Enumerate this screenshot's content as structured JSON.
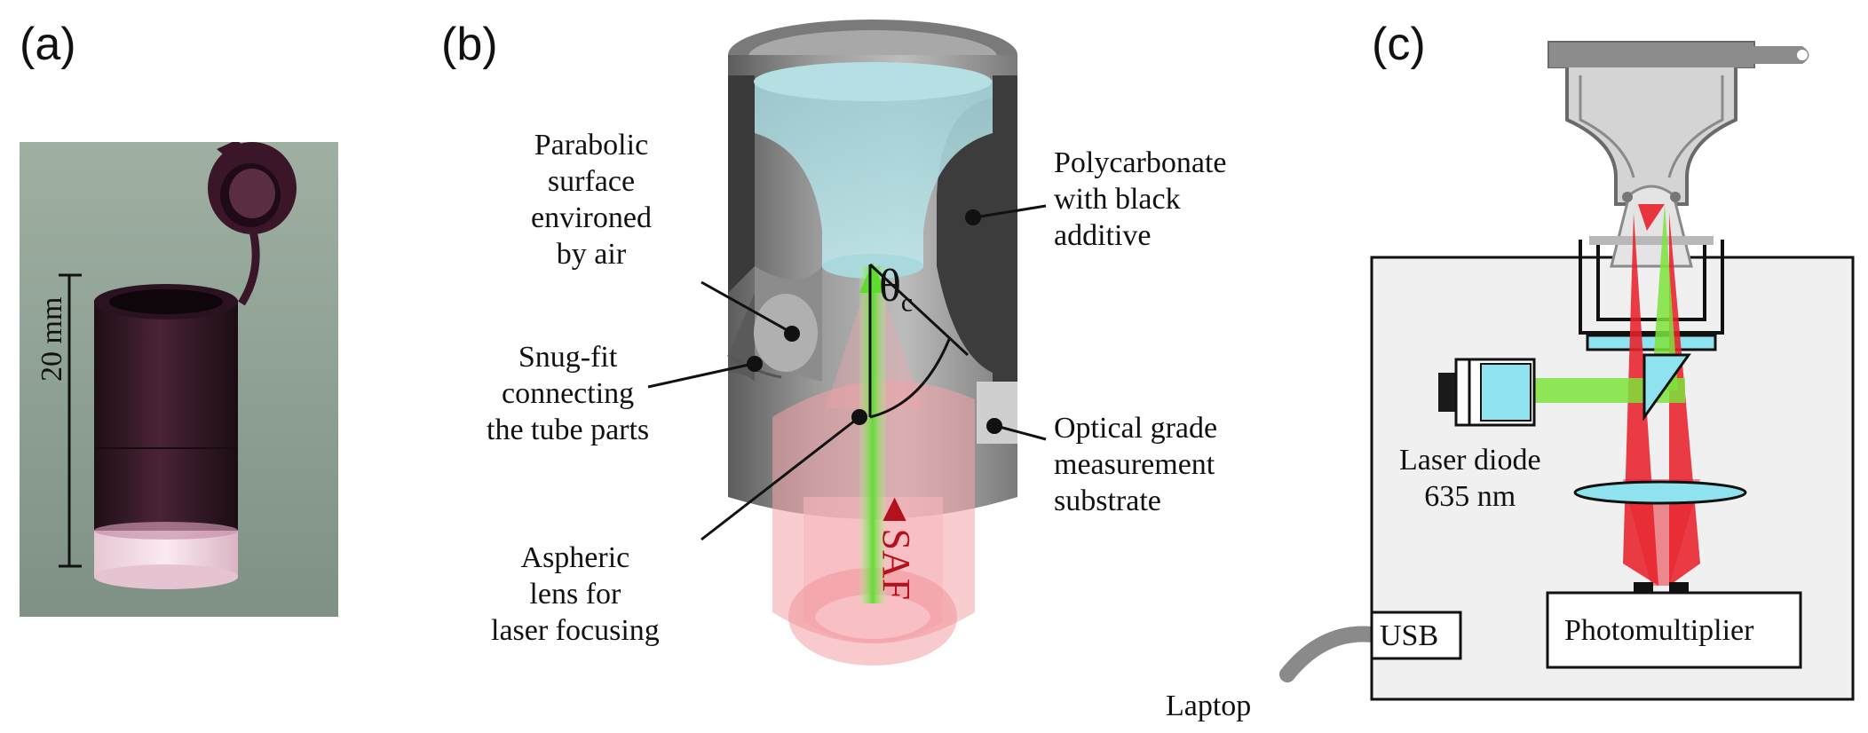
{
  "panels": {
    "a": {
      "label": "(a)",
      "scale_bar": "20 mm"
    },
    "b": {
      "label": "(b)",
      "callouts": {
        "parabolic": [
          "Parabolic",
          "surface",
          "environed",
          "by air"
        ],
        "snug": [
          "Snug-fit",
          "connecting",
          "the tube parts"
        ],
        "aspheric": [
          "Aspheric",
          "lens for",
          "laser focusing"
        ],
        "polycarbonate": [
          "Polycarbonate",
          "with black",
          "additive"
        ],
        "optical": [
          "Optical grade",
          "measurement",
          "substrate"
        ]
      },
      "angle": "θ",
      "angle_sub": "c",
      "saf": "◄SAF"
    },
    "c": {
      "label": "(c)",
      "laser": [
        "Laser diode",
        "635 nm"
      ],
      "pmt": "Photomultiplier",
      "usb": "USB",
      "laptop": "Laptop"
    }
  },
  "colors": {
    "tube": "#3a1a2a",
    "laser_red": "#e8202a",
    "laser_green": "#7de33a",
    "glass": "#8fe3ef",
    "housing_dark": "#3a3a3a",
    "box_fill": "#f0f0f0"
  }
}
